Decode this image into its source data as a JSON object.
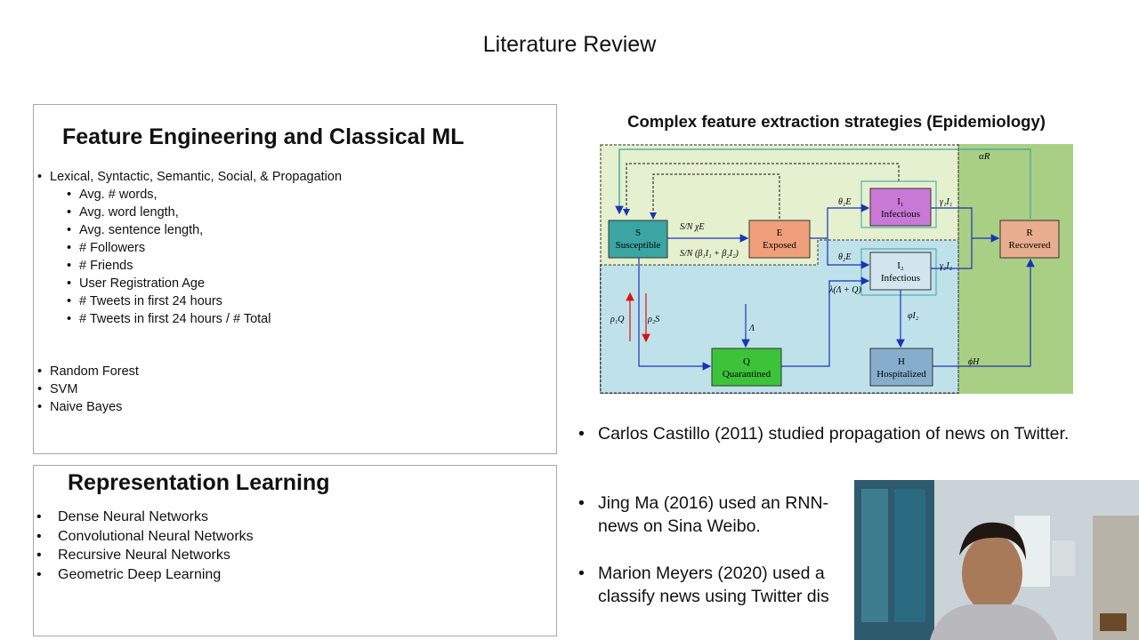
{
  "slide": {
    "title": "Literature Review"
  },
  "feature_panel": {
    "heading": "Feature Engineering and Classical ML",
    "top_item": "Lexical, Syntactic, Semantic, Social, & Propagation",
    "sub_items": [
      "Avg. # words,",
      "Avg. word length,",
      "Avg. sentence length,",
      "# Followers",
      "# Friends",
      "User Registration Age",
      "# Tweets in first 24 hours",
      "# Tweets in first 24 hours / # Total"
    ],
    "models": [
      "Random Forest",
      "SVM",
      "Naive Bayes"
    ]
  },
  "representation_panel": {
    "heading": "Representation Learning",
    "items": [
      "Dense Neural Networks",
      "Convolutional Neural Networks",
      "Recursive Neural Networks",
      "Geometric Deep Learning"
    ]
  },
  "epidemiology": {
    "heading": "Complex feature extraction strategies (Epidemiology)",
    "colors": {
      "susceptible": "#3aa5a3",
      "exposed": "#ef9f7a",
      "infectious1": "#c879d6",
      "infectious2": "#d3e5ef",
      "quarantined": "#3cc33a",
      "hospitalized": "#86aecc",
      "recovered": "#e8ad8e",
      "recovered_zone": "#a9cf85",
      "upper_zone": "#e4f0ce",
      "lower_zone": "#bfe1ea",
      "arrow": "#1a34b8"
    },
    "nodes": {
      "s_letter": "S",
      "s_name": "Susceptible",
      "e_letter": "E",
      "e_name": "Exposed",
      "i1_letter": "I₁",
      "i1_name": "Infectious",
      "i2_letter": "I₂",
      "i2_name": "Infectious",
      "r_letter": "R",
      "r_name": "Recovered",
      "q_letter": "Q",
      "q_name": "Quarantined",
      "h_letter": "H",
      "h_name": "Hospitalized"
    },
    "labels": {
      "alpha_r": "αR",
      "s_to_e_1": "S/N χE",
      "s_to_e_2": "S/N (β₁I₁ + β₂I₂)",
      "theta1": "θ₁E",
      "theta2": "θ₂E",
      "gamma1": "γ₁I₁",
      "gamma2": "γ₂I₂",
      "lambda": "λ(Λ + Q)",
      "phi_i2": "φI₂",
      "rho1": "ρ₁Q",
      "rho2": "ρ₂S",
      "capital_lambda": "Λ",
      "phi_h": "ϕH"
    }
  },
  "literature": [
    "Carlos Castillo (2011) studied propagation of news on Twitter.",
    "Jing Ma (2016) used an RNN-",
    "news on Sina Weibo.",
    "Marion Meyers (2020) used a",
    "classify news using Twitter dis"
  ],
  "webcam": {
    "description_icon": "presenter-webcam"
  }
}
